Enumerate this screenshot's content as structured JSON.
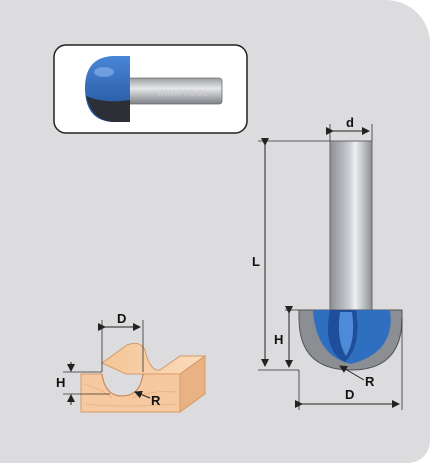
{
  "product_photo": {
    "brand_text": "KRAFTOOL"
  },
  "bit_drawing": {
    "labels": {
      "shank_diameter": "d",
      "length": "L",
      "height": "H",
      "diameter": "D",
      "radius": "R"
    }
  },
  "workpiece_drawing": {
    "labels": {
      "diameter": "D",
      "height": "H",
      "radius": "R"
    }
  },
  "colors": {
    "background": "#dcdcdf",
    "cutter_blue": "#2f6fc0",
    "shank_gray": "#a9acb1",
    "wood": "#f6c9a0"
  }
}
